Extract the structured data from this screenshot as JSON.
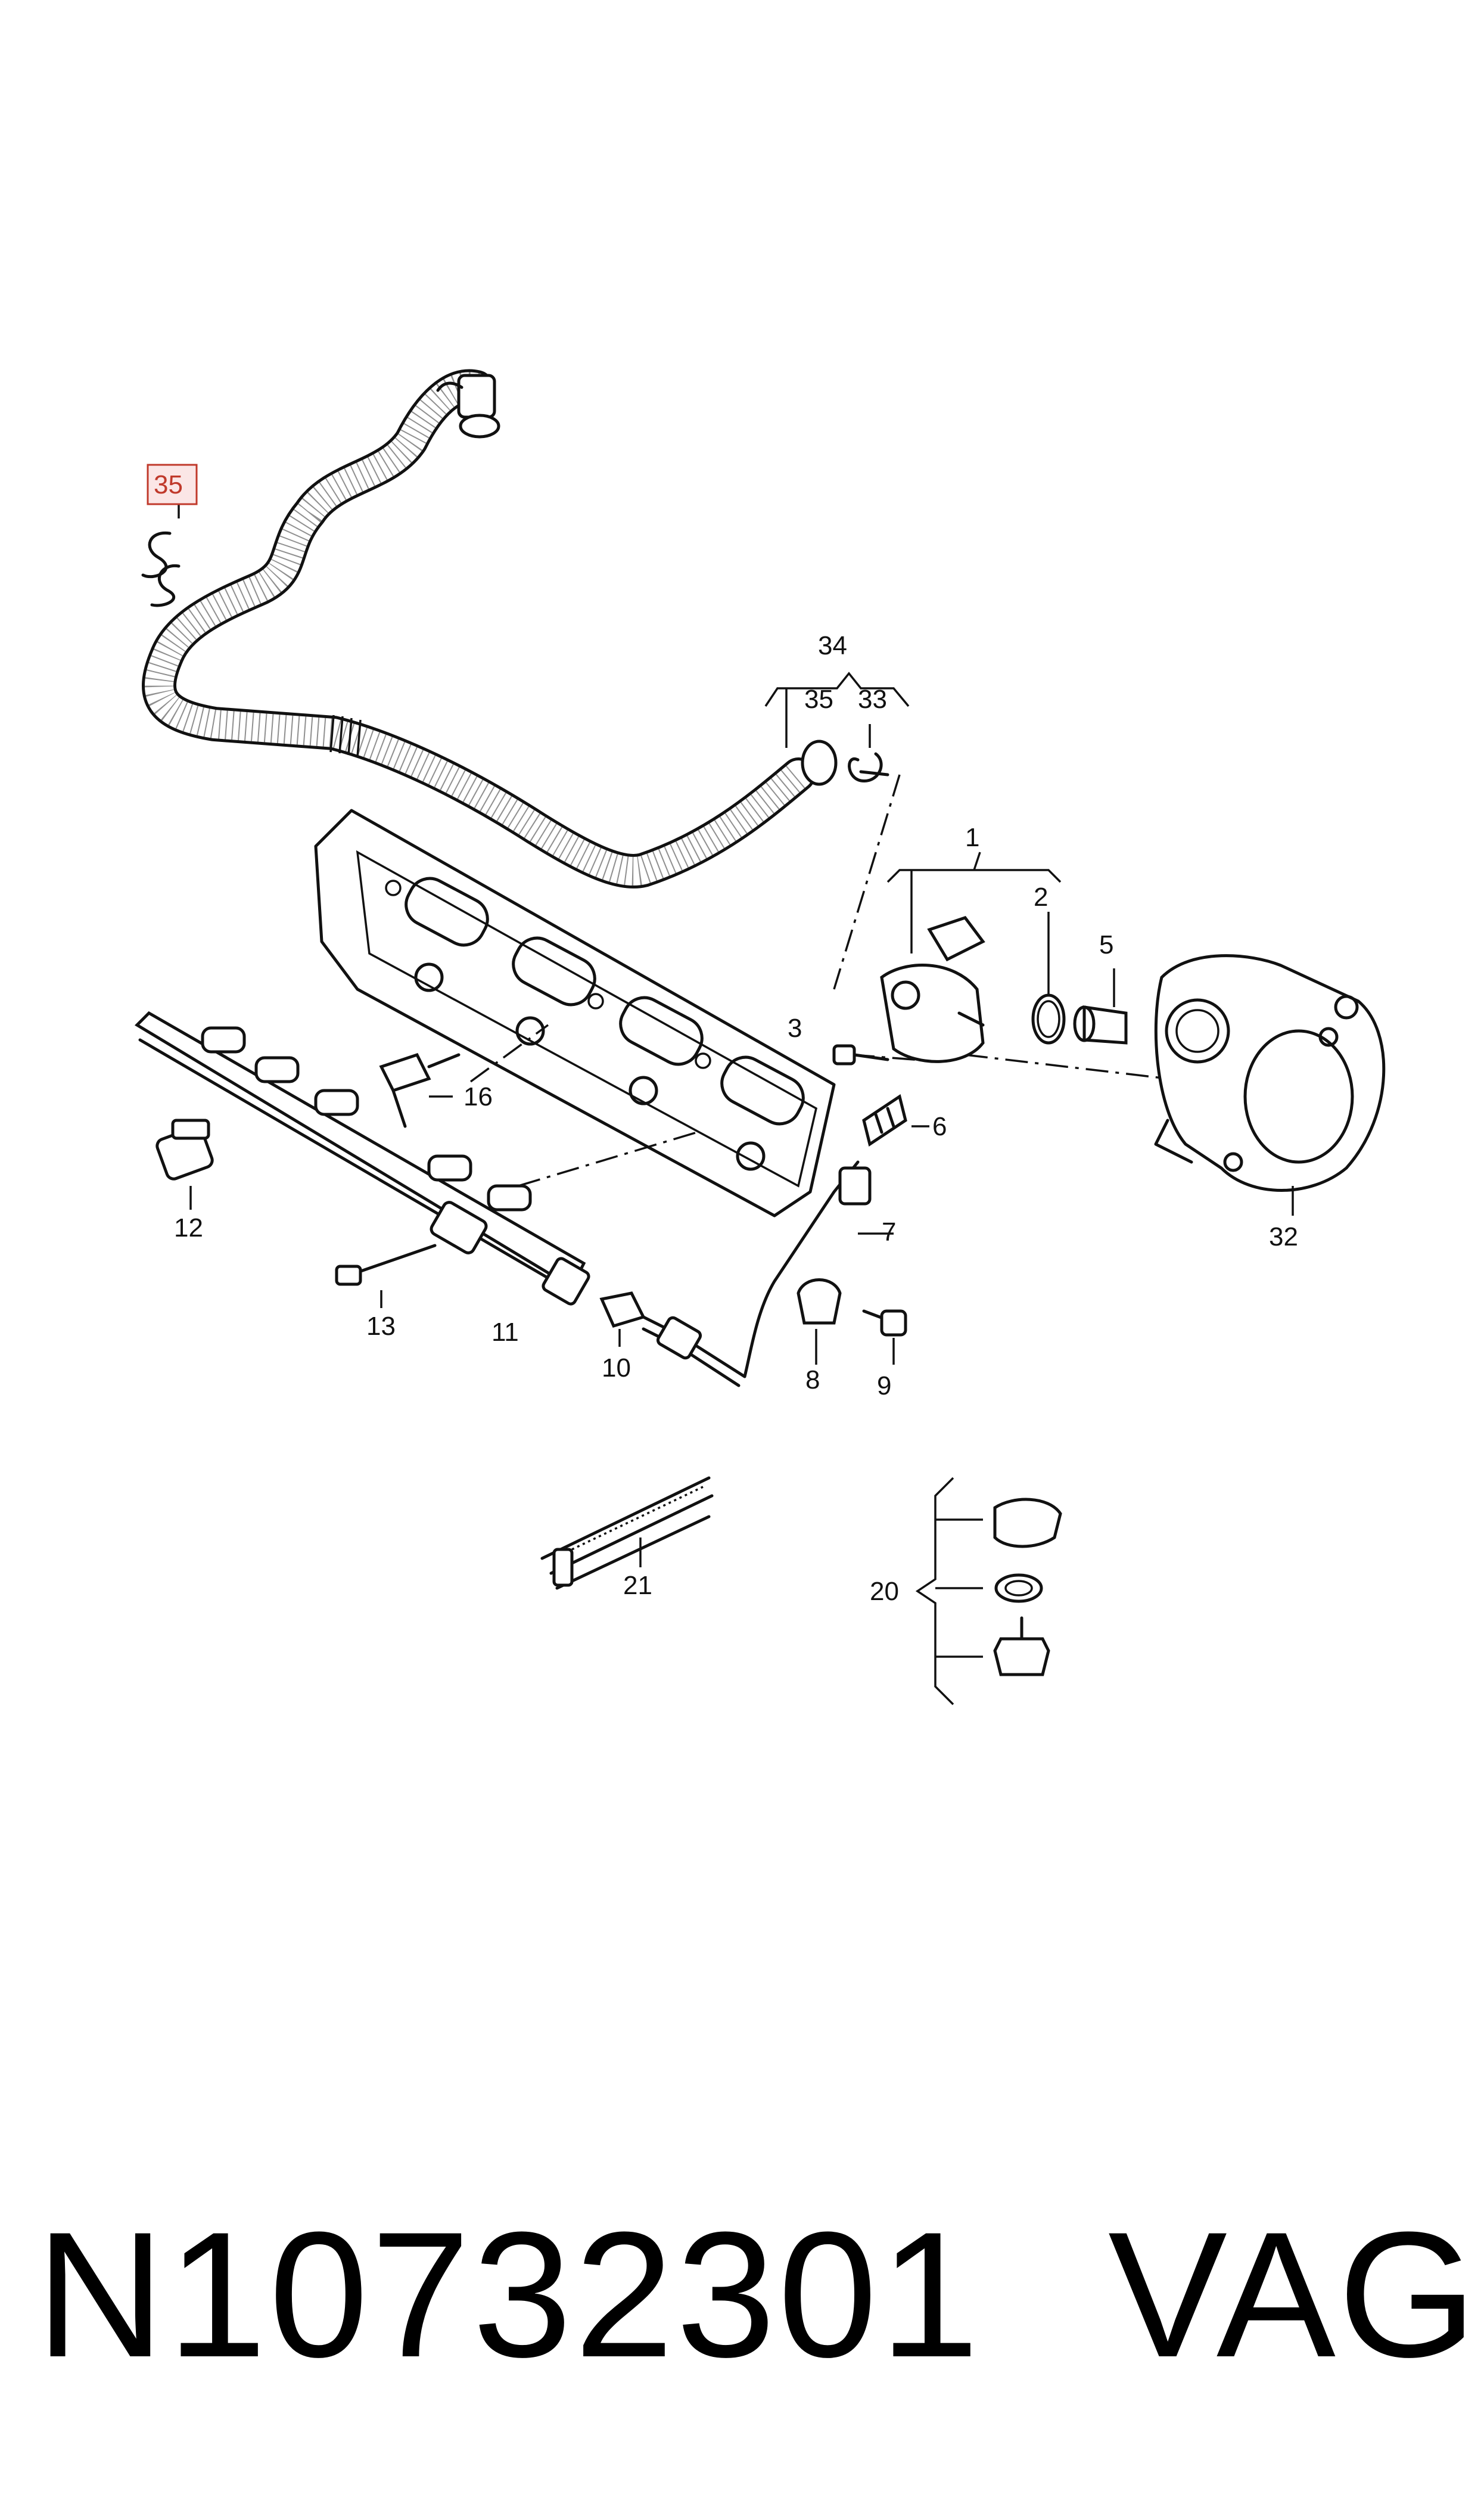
{
  "callouts": {
    "c1": "1",
    "c2": "2",
    "c3": "3",
    "c5": "5",
    "c6": "6",
    "c7": "7",
    "c8": "8",
    "c9": "9",
    "c10": "10",
    "c11": "11",
    "c12": "12",
    "c13": "13",
    "c16": "16",
    "c20": "20",
    "c21": "21",
    "c32": "32",
    "c33": "33",
    "c34": "34",
    "c35_group": "35",
    "c35_highlight": "35"
  },
  "highlight_color": "#c0392b",
  "footer": {
    "part_number": "N10732301",
    "brand": "VAG"
  }
}
